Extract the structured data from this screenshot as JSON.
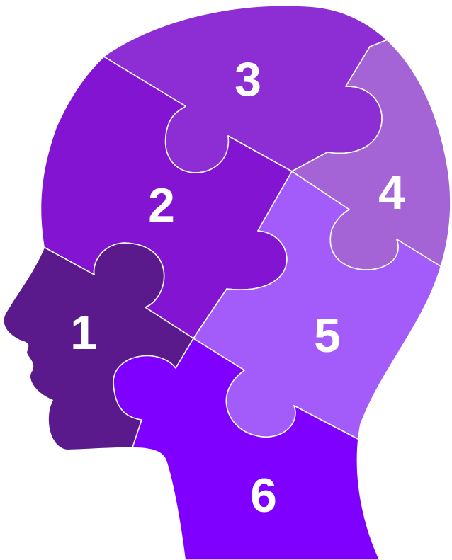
{
  "pieces": [
    {
      "label": "1",
      "color": "#5a1a8c"
    },
    {
      "label": "2",
      "color": "#8214d2"
    },
    {
      "label": "3",
      "color": "#8c2ed4"
    },
    {
      "label": "4",
      "color": "#a464d6"
    },
    {
      "label": "5",
      "color": "#a35cfa"
    },
    {
      "label": "6",
      "color": "#7f00ff"
    }
  ]
}
